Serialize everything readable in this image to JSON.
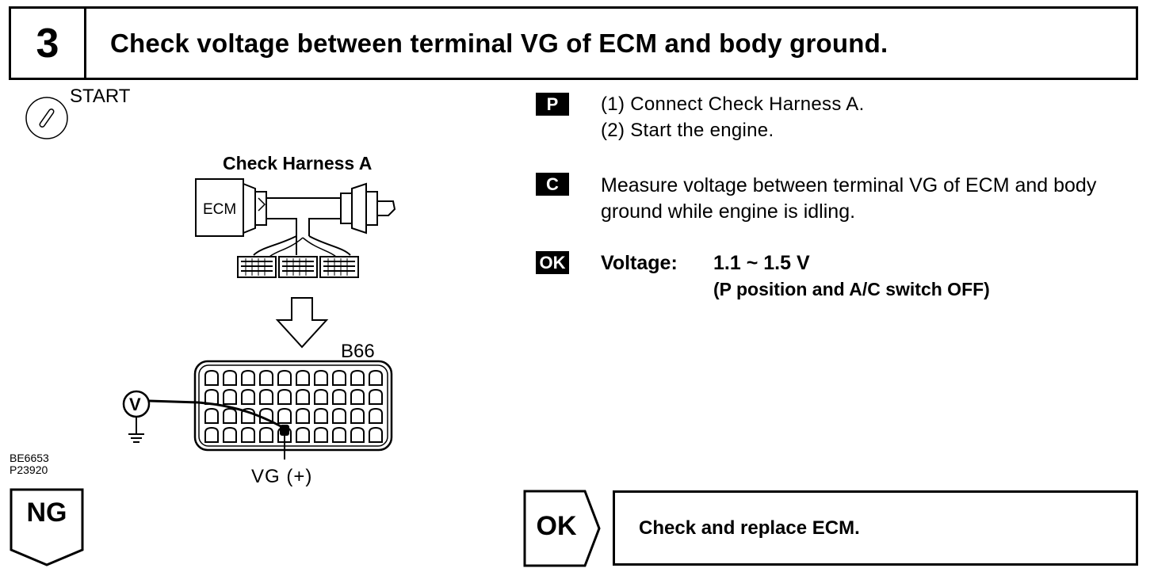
{
  "header": {
    "step_number": "3",
    "title": "Check voltage between terminal VG of ECM and body ground."
  },
  "illustration": {
    "start_label": "START",
    "harness_title": "Check Harness A",
    "ecm_label": "ECM",
    "connector_label": "B66",
    "terminal_label": "VG (+)",
    "meter_symbol": "V",
    "figure_codes": [
      "BE6653",
      "P23920"
    ],
    "icons": [
      "start-key-icon",
      "down-arrow-icon",
      "voltmeter-icon",
      "ground-icon"
    ]
  },
  "instructions": {
    "prepare_badge": "P",
    "prepare_steps": [
      "(1) Connect Check Harness A.",
      "(2) Start the engine."
    ],
    "check_badge": "C",
    "check_text": "Measure voltage between terminal VG of ECM and body ground while engine is idling.",
    "ok_badge": "OK",
    "spec_label": "Voltage:",
    "spec_value": "1.1 ~ 1.5 V",
    "spec_condition": "(P position and A/C switch OFF)"
  },
  "flow": {
    "ng_label": "NG",
    "ok_label": "OK",
    "ok_action": "Check and replace ECM."
  }
}
